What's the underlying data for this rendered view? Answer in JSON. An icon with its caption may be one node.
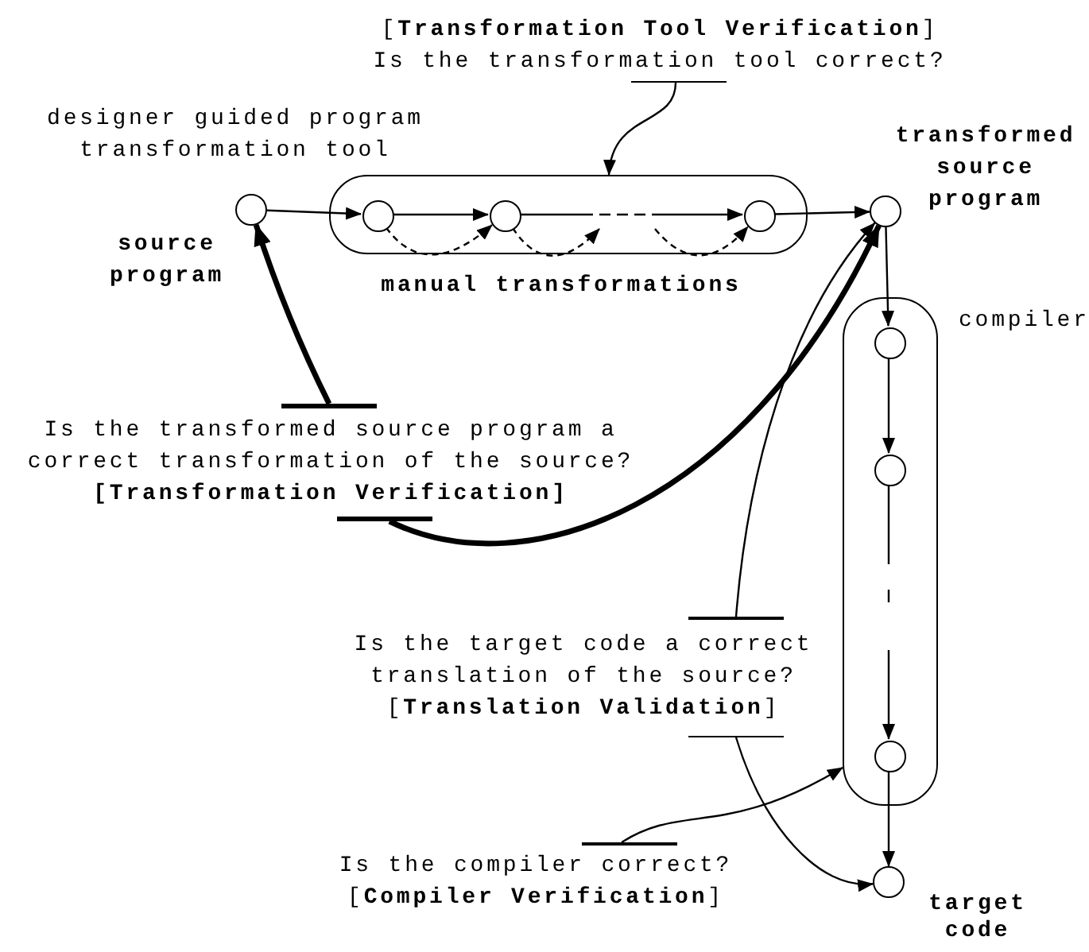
{
  "diagram": {
    "nodes": [
      {
        "text": [],
        "shape": "circle",
        "beside": [
          "source program"
        ]
      },
      {
        "text": [
          "designer guided program transformation tool"
        ]
      },
      {
        "text": [],
        "shape": "circle",
        "in": 1
      },
      {
        "text": [],
        "shape": "circle",
        "in": 1
      },
      {
        "text": [],
        "shape": "circle",
        "in": 1
      },
      {
        "text": [],
        "shape": "circle",
        "beside": [
          "transformed source program"
        ]
      },
      {
        "text": [
          "compiler"
        ]
      },
      {
        "text": [],
        "shape": "circle",
        "in": 6
      },
      {
        "text": [],
        "shape": "circle",
        "in": 6
      },
      {
        "text": [],
        "shape": "circle",
        "in": 6
      },
      {
        "text": [],
        "shape": "circle",
        "beside": [
          "target code"
        ]
      },
      {
        "text": [
          "[**Transformation Tool Verification**]",
          "Is the transformation tool correct?"
        ]
      },
      {
        "text": [
          "Is the transformed source program a correct transformation of the source?",
          "[Transformation Verification]"
        ]
      },
      {
        "text": [
          "Is the target code a correct translation of the source?",
          "[**Translation Validation**]"
        ]
      },
      {
        "text": [
          "Is the compiler correct?",
          "[**Compiler Verification**]"
        ]
      }
    ],
    "edges": [
      {
        "from": 0,
        "to": 2,
        "arrow": "to"
      },
      {
        "from": 2,
        "to": 3,
        "arrow": "to"
      },
      {
        "from": 3,
        "to": 4,
        "arrow": "to",
        "style": "dashed"
      },
      {
        "from": 4,
        "to": 5,
        "arrow": "to"
      },
      {
        "from": 5,
        "to": 7,
        "arrow": "to"
      },
      {
        "from": 7,
        "to": 8,
        "arrow": "to"
      },
      {
        "from": 8,
        "to": 9,
        "arrow": "to",
        "style": "dashed"
      },
      {
        "from": 9,
        "to": 10,
        "arrow": "to"
      },
      {
        "from": 2,
        "to": 3,
        "arrow": "to",
        "style": "dashed"
      },
      {
        "from": 3,
        "to": null,
        "arrow": "to",
        "style": "dashed"
      },
      {
        "from": null,
        "to": 4,
        "arrow": "to",
        "style": "dashed"
      },
      {
        "from": 11,
        "to": 1,
        "arrow": "to"
      },
      {
        "from": 12,
        "to": 0,
        "arrow": "to",
        "style": "thick"
      },
      {
        "from": 12,
        "to": 5,
        "arrow": "to",
        "style": "thick"
      },
      {
        "from": 13,
        "to": 5,
        "arrow": "to"
      },
      {
        "from": 13,
        "to": 10,
        "arrow": "to"
      },
      {
        "from": 14,
        "to": 6,
        "arrow": "to"
      }
    ],
    "labels": [
      "manual transformations"
    ]
  }
}
